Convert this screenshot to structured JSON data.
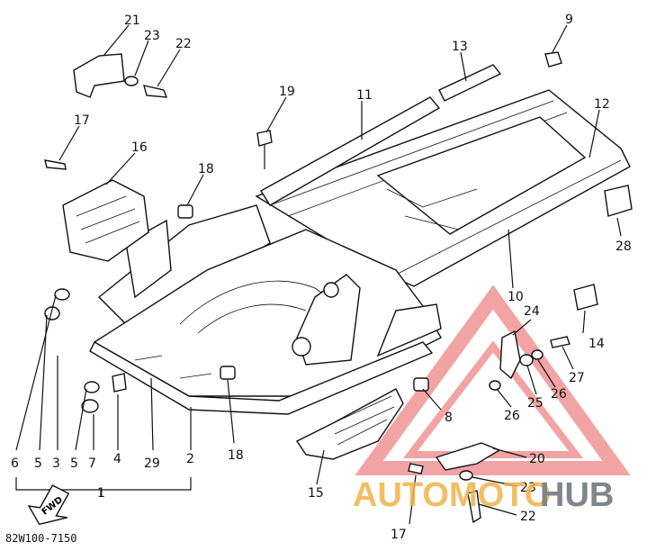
{
  "diagram": {
    "drawing_code": "82W100-7150",
    "direction_arrow_label": "FWD",
    "watermark": {
      "left": "AUTOMOTO",
      "right": "HUB",
      "colors": {
        "left": "#f2b24a",
        "right": "#6a6f78",
        "triangle": "#e85a5a"
      }
    },
    "callouts": [
      "21",
      "23",
      "22",
      "17",
      "19",
      "11",
      "13",
      "9",
      "12",
      "16",
      "18",
      "28",
      "10",
      "14",
      "24",
      "27",
      "26",
      "25",
      "26",
      "8",
      "20",
      "23",
      "22",
      "17",
      "15",
      "18",
      "2",
      "29",
      "4",
      "7",
      "5",
      "3",
      "5",
      "6",
      "1"
    ]
  }
}
